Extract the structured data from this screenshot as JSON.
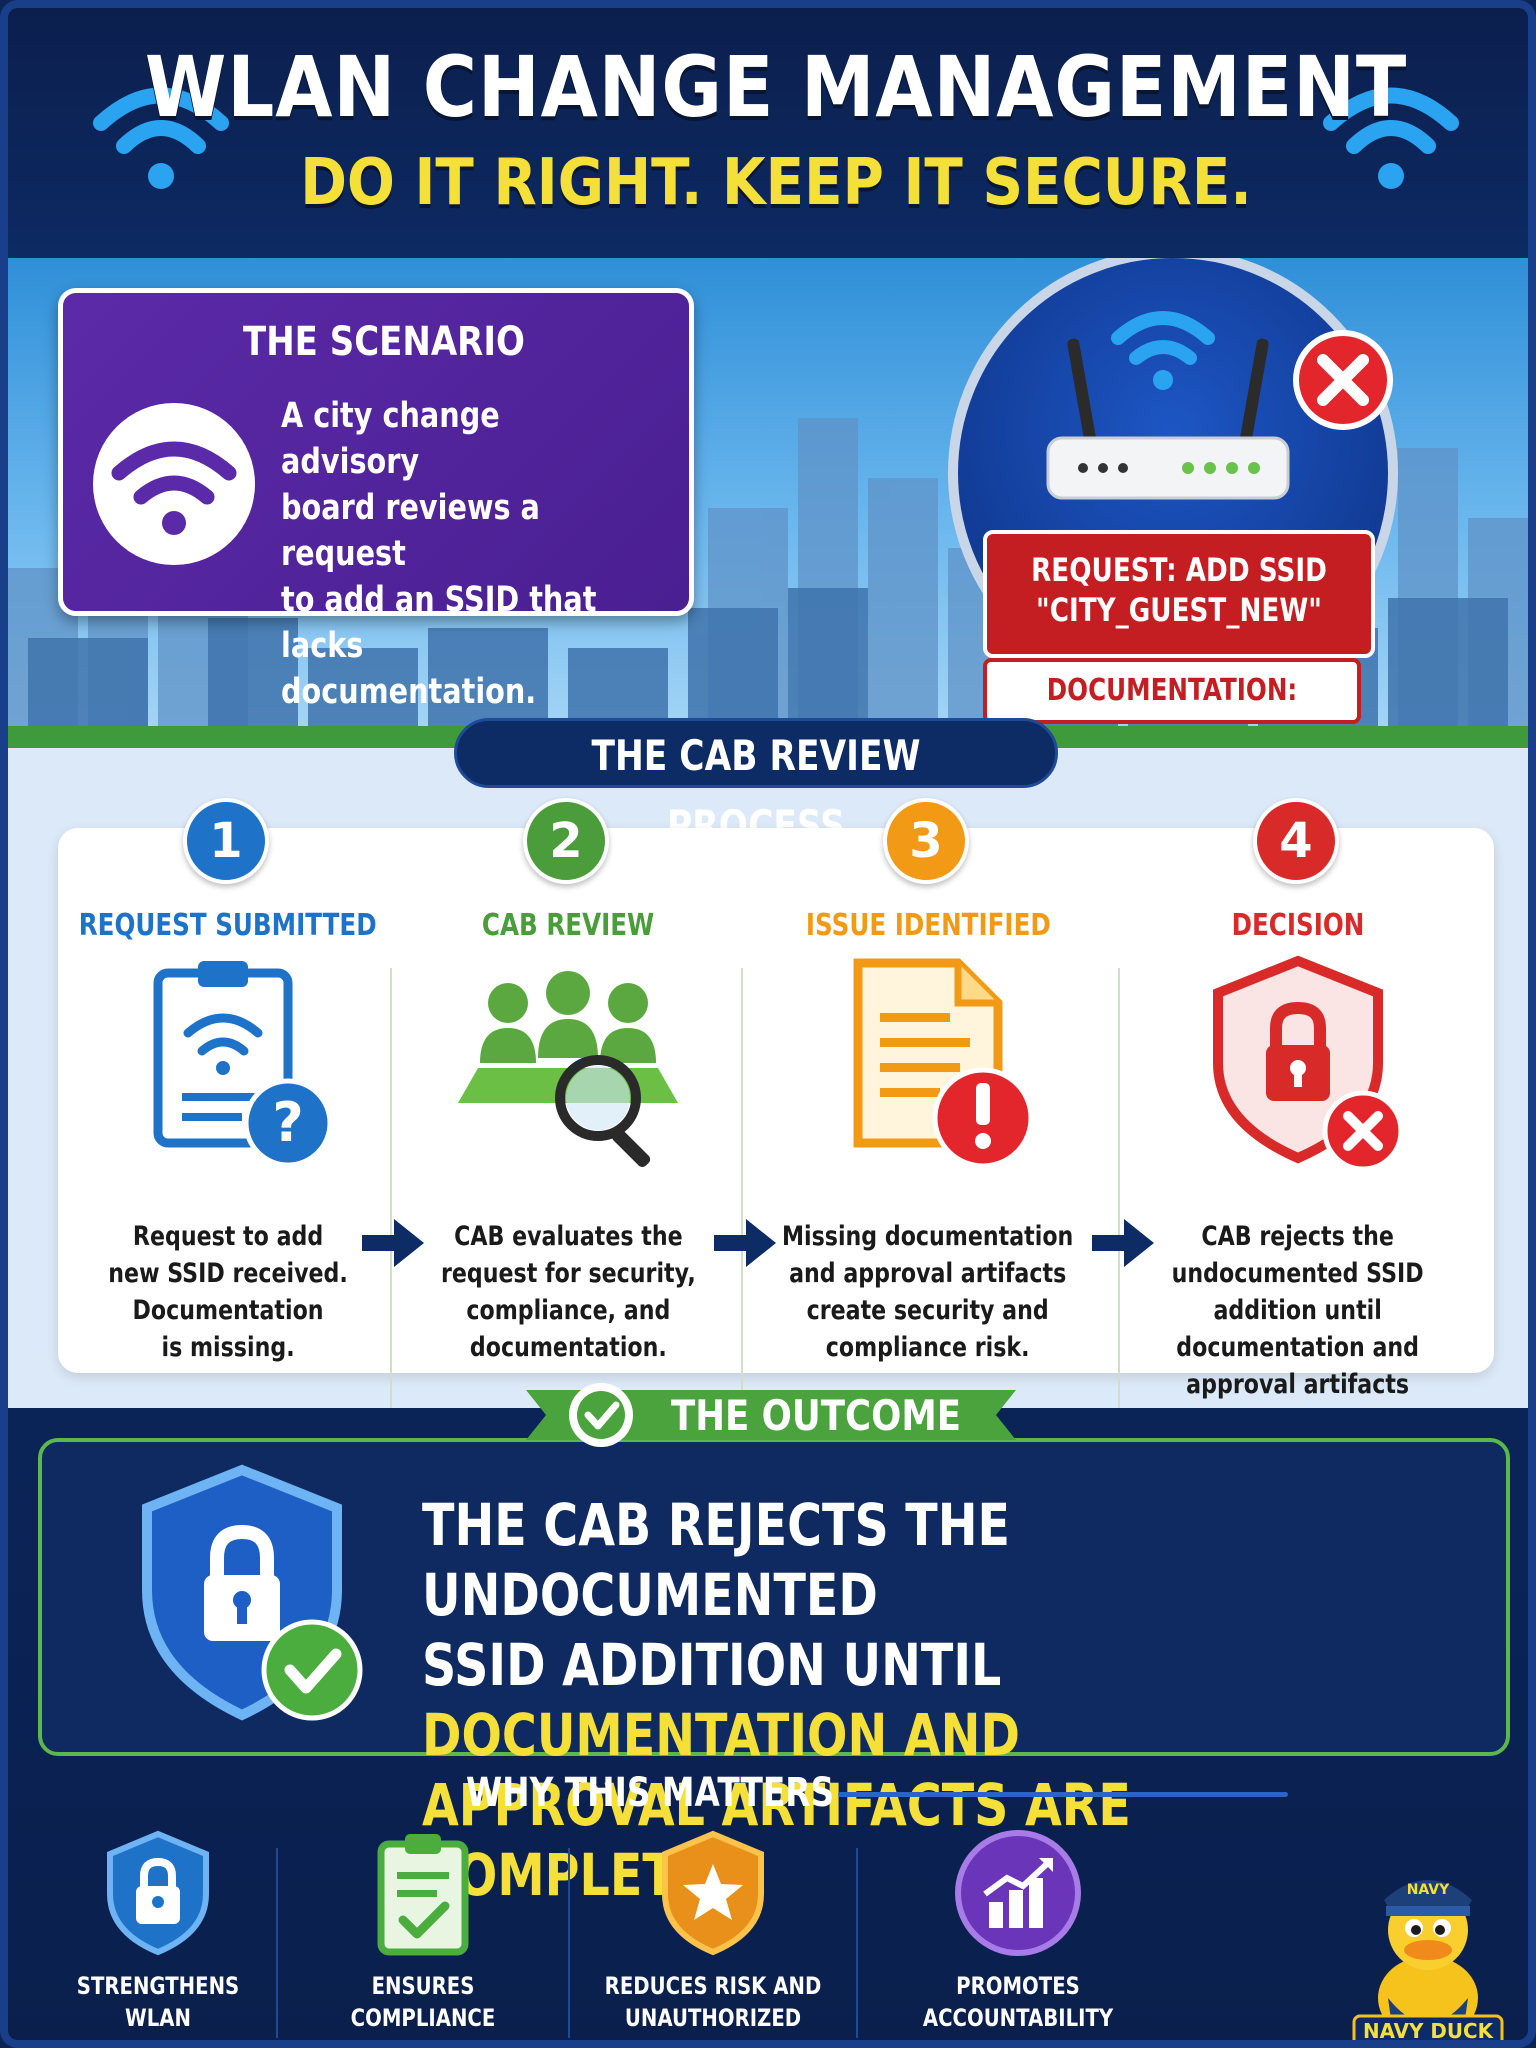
{
  "header": {
    "title": "WLAN CHANGE MANAGEMENT",
    "subtitle": "DO IT RIGHT. KEEP IT SECURE."
  },
  "scenario": {
    "title": "THE SCENARIO",
    "text": "A city change advisory\nboard reviews a request\nto add an SSID that\nlacks documentation."
  },
  "request": {
    "line1": "REQUEST: ADD SSID",
    "line2": "\"CITY_GUEST_NEW\"",
    "documentation": "DOCUMENTATION: MISSING"
  },
  "process": {
    "title": "THE CAB REVIEW PROCESS",
    "steps": [
      {
        "number": "1",
        "title": "REQUEST SUBMITTED",
        "color": "#1e73c9",
        "desc": "Request to add\nnew SSID received.\nDocumentation\nis missing."
      },
      {
        "number": "2",
        "title": "CAB REVIEW",
        "color": "#4a9d3a",
        "desc": "CAB evaluates the\nrequest for security,\ncompliance, and\ndocumentation."
      },
      {
        "number": "3",
        "title": "ISSUE IDENTIFIED",
        "color": "#f29a16",
        "desc": "Missing documentation\nand approval artifacts\ncreate security and\ncompliance risk."
      },
      {
        "number": "4",
        "title": "DECISION",
        "color": "#d92a2a",
        "desc": "CAB rejects the\nundocumented SSID\naddition until\ndocumentation and\napproval artifacts\nare complete."
      }
    ]
  },
  "outcome": {
    "title": "THE OUTCOME",
    "white_line1": "THE CAB REJECTS THE UNDOCUMENTED",
    "white_line2": "SSID ADDITION UNTIL",
    "yellow_line1": "DOCUMENTATION AND",
    "yellow_line2": "APPROVAL ARTIFACTS ARE COMPLETE."
  },
  "why": {
    "title": "WHY THIS MATTERS",
    "items": [
      {
        "label": "STRENGTHENS\nWLAN SECURITY",
        "icon": "lock-shield-icon"
      },
      {
        "label": "ENSURES COMPLIANCE\nAND POLICY ADHERENCE",
        "icon": "clipboard-check-icon"
      },
      {
        "label": "REDUCES RISK AND\nUNAUTHORIZED ACCESS",
        "icon": "star-shield-icon"
      },
      {
        "label": "PROMOTES ACCOUNTABILITY\nAND DOCUMENTATION",
        "icon": "growth-chart-icon"
      }
    ]
  },
  "mascot": {
    "hat_text": "NAVY",
    "name": "NAVY DUCK"
  }
}
